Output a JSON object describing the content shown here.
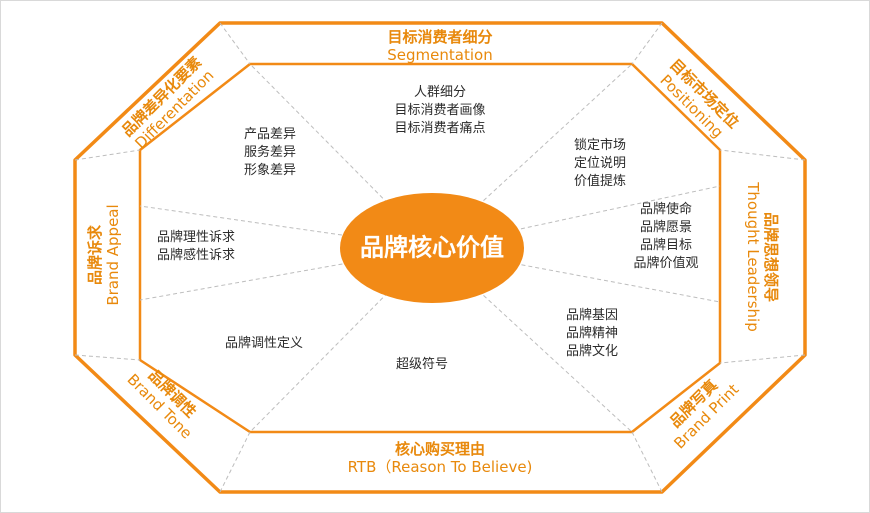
{
  "colors": {
    "accent": "#f28a16",
    "segment_text": "#e8890c",
    "ellipse": "#f28a16",
    "frame_border": "#d9d9d9",
    "body_text": "#2b2b2b",
    "divider": "#bdbdbd"
  },
  "center": {
    "label": "品牌核心价值"
  },
  "segments": {
    "top": {
      "cn": "目标消费者细分",
      "en": "Segmentation"
    },
    "top_right": {
      "cn": "目标市场定位",
      "en": "Positioning"
    },
    "right": {
      "cn": "品牌思想领导",
      "en": "Thought Leadership"
    },
    "bottom_right": {
      "cn": "品牌写真",
      "en": "Brand Print"
    },
    "bottom": {
      "cn": "核心购买理由",
      "en": "RTB（Reason To Believe)"
    },
    "bottom_left": {
      "cn": "品牌调性",
      "en": "Brand Tone"
    },
    "left": {
      "cn": "品牌诉求",
      "en": "Brand Appeal"
    },
    "top_left": {
      "cn": "品牌差异化要素",
      "en": "Differentation"
    }
  },
  "inner": {
    "top": [
      "人群细分",
      "目标消费者画像",
      "目标消费者痛点"
    ],
    "top_right": [
      "锁定市场",
      "定位说明",
      "价值提炼"
    ],
    "right": [
      "品牌使命",
      "品牌愿景",
      "品牌目标",
      "品牌价值观"
    ],
    "bottom_right": [
      "品牌基因",
      "品牌精神",
      "品牌文化"
    ],
    "bottom": [
      "超级符号"
    ],
    "bottom_left": [
      "品牌调性定义"
    ],
    "left": [
      "品牌理性诉求",
      "品牌感性诉求"
    ],
    "top_left": [
      "产品差异",
      "服务差异",
      "形象差异"
    ]
  }
}
